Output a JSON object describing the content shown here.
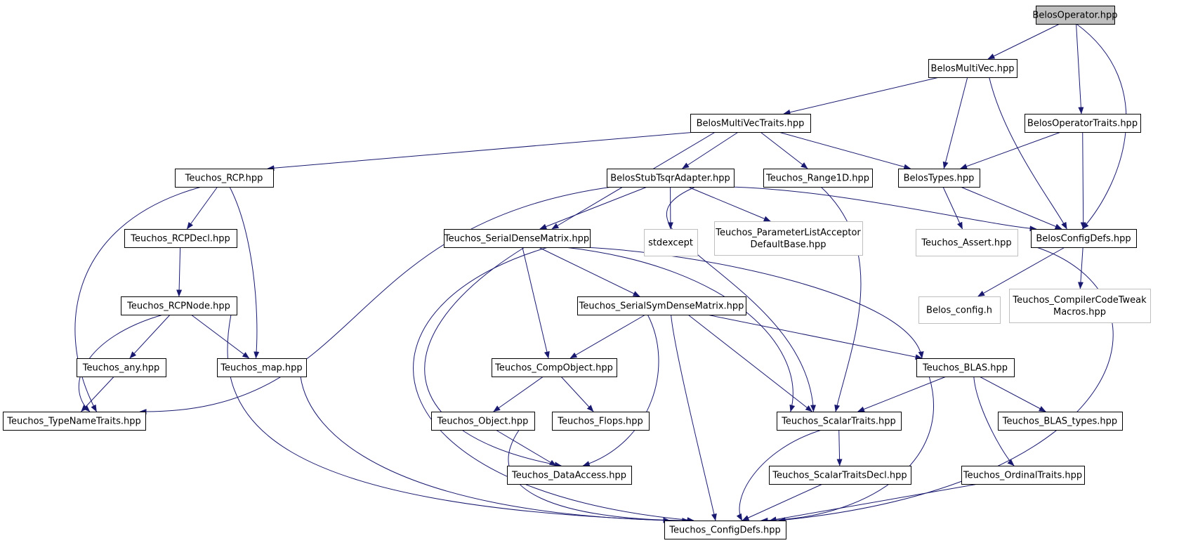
{
  "diagram": {
    "colors": {
      "edge": "#191970",
      "border": "#000000",
      "border_external": "#bfbfbf",
      "fill": "#ffffff",
      "fill_root": "#bfbfbf",
      "text": "#000000"
    },
    "nodes": [
      {
        "id": "BelosOperator",
        "lines": [
          "BelosOperator.hpp"
        ],
        "style": "root"
      },
      {
        "id": "BelosMultiVec",
        "lines": [
          "BelosMultiVec.hpp"
        ],
        "style": "normal"
      },
      {
        "id": "BelosOperatorTraits",
        "lines": [
          "BelosOperatorTraits.hpp"
        ],
        "style": "normal"
      },
      {
        "id": "BelosMultiVecTraits",
        "lines": [
          "BelosMultiVecTraits.hpp"
        ],
        "style": "normal"
      },
      {
        "id": "Teuchos_RCP",
        "lines": [
          "Teuchos_RCP.hpp"
        ],
        "style": "normal"
      },
      {
        "id": "BelosStubTsqrAdapter",
        "lines": [
          "BelosStubTsqrAdapter.hpp"
        ],
        "style": "normal"
      },
      {
        "id": "Teuchos_Range1D",
        "lines": [
          "Teuchos_Range1D.hpp"
        ],
        "style": "normal"
      },
      {
        "id": "BelosTypes",
        "lines": [
          "BelosTypes.hpp"
        ],
        "style": "normal"
      },
      {
        "id": "Teuchos_RCPDecl",
        "lines": [
          "Teuchos_RCPDecl.hpp"
        ],
        "style": "normal"
      },
      {
        "id": "Teuchos_SerialDenseMatrix",
        "lines": [
          "Teuchos_SerialDenseMatrix.hpp"
        ],
        "style": "normal"
      },
      {
        "id": "stdexcept",
        "lines": [
          "stdexcept"
        ],
        "style": "external"
      },
      {
        "id": "Teuchos_ParameterListAcceptorDefaultBase",
        "lines": [
          "Teuchos_ParameterListAcceptor",
          "DefaultBase.hpp"
        ],
        "style": "external"
      },
      {
        "id": "Teuchos_Assert",
        "lines": [
          "Teuchos_Assert.hpp"
        ],
        "style": "external"
      },
      {
        "id": "BelosConfigDefs",
        "lines": [
          "BelosConfigDefs.hpp"
        ],
        "style": "normal"
      },
      {
        "id": "Teuchos_RCPNode",
        "lines": [
          "Teuchos_RCPNode.hpp"
        ],
        "style": "normal"
      },
      {
        "id": "Teuchos_SerialSymDenseMatrix",
        "lines": [
          "Teuchos_SerialSymDenseMatrix.hpp"
        ],
        "style": "normal"
      },
      {
        "id": "Belos_config",
        "lines": [
          "Belos_config.h"
        ],
        "style": "external"
      },
      {
        "id": "Teuchos_CompilerCodeTweakMacros",
        "lines": [
          "Teuchos_CompilerCodeTweak",
          "Macros.hpp"
        ],
        "style": "external"
      },
      {
        "id": "Teuchos_any",
        "lines": [
          "Teuchos_any.hpp"
        ],
        "style": "normal"
      },
      {
        "id": "Teuchos_map",
        "lines": [
          "Teuchos_map.hpp"
        ],
        "style": "normal"
      },
      {
        "id": "Teuchos_CompObject",
        "lines": [
          "Teuchos_CompObject.hpp"
        ],
        "style": "normal"
      },
      {
        "id": "Teuchos_BLAS",
        "lines": [
          "Teuchos_BLAS.hpp"
        ],
        "style": "normal"
      },
      {
        "id": "Teuchos_TypeNameTraits",
        "lines": [
          "Teuchos_TypeNameTraits.hpp"
        ],
        "style": "normal"
      },
      {
        "id": "Teuchos_Object",
        "lines": [
          "Teuchos_Object.hpp"
        ],
        "style": "normal"
      },
      {
        "id": "Teuchos_Flops",
        "lines": [
          "Teuchos_Flops.hpp"
        ],
        "style": "normal"
      },
      {
        "id": "Teuchos_ScalarTraits",
        "lines": [
          "Teuchos_ScalarTraits.hpp"
        ],
        "style": "normal"
      },
      {
        "id": "Teuchos_BLAS_types",
        "lines": [
          "Teuchos_BLAS_types.hpp"
        ],
        "style": "normal"
      },
      {
        "id": "Teuchos_DataAccess",
        "lines": [
          "Teuchos_DataAccess.hpp"
        ],
        "style": "normal"
      },
      {
        "id": "Teuchos_ScalarTraitsDecl",
        "lines": [
          "Teuchos_ScalarTraitsDecl.hpp"
        ],
        "style": "normal"
      },
      {
        "id": "Teuchos_OrdinalTraits",
        "lines": [
          "Teuchos_OrdinalTraits.hpp"
        ],
        "style": "normal"
      },
      {
        "id": "Teuchos_ConfigDefs",
        "lines": [
          "Teuchos_ConfigDefs.hpp"
        ],
        "style": "normal"
      }
    ],
    "edges": [
      [
        "BelosOperator",
        "BelosMultiVec"
      ],
      [
        "BelosOperator",
        "BelosOperatorTraits"
      ],
      [
        "BelosOperator",
        "BelosConfigDefs"
      ],
      [
        "BelosMultiVec",
        "BelosMultiVecTraits"
      ],
      [
        "BelosMultiVec",
        "BelosTypes"
      ],
      [
        "BelosMultiVec",
        "BelosConfigDefs"
      ],
      [
        "BelosOperatorTraits",
        "BelosTypes"
      ],
      [
        "BelosOperatorTraits",
        "BelosConfigDefs"
      ],
      [
        "BelosMultiVecTraits",
        "Teuchos_RCP"
      ],
      [
        "BelosMultiVecTraits",
        "BelosStubTsqrAdapter"
      ],
      [
        "BelosMultiVecTraits",
        "Teuchos_Range1D"
      ],
      [
        "BelosMultiVecTraits",
        "BelosTypes"
      ],
      [
        "BelosMultiVecTraits",
        "Teuchos_SerialDenseMatrix"
      ],
      [
        "BelosStubTsqrAdapter",
        "Teuchos_SerialDenseMatrix"
      ],
      [
        "BelosStubTsqrAdapter",
        "stdexcept"
      ],
      [
        "BelosStubTsqrAdapter",
        "Teuchos_ParameterListAcceptorDefaultBase"
      ],
      [
        "BelosStubTsqrAdapter",
        "BelosConfigDefs"
      ],
      [
        "BelosStubTsqrAdapter",
        "Teuchos_TypeNameTraits"
      ],
      [
        "BelosStubTsqrAdapter",
        "Teuchos_ScalarTraits"
      ],
      [
        "BelosTypes",
        "Teuchos_Assert"
      ],
      [
        "BelosTypes",
        "BelosConfigDefs"
      ],
      [
        "Teuchos_Range1D",
        "Teuchos_ScalarTraits"
      ],
      [
        "Teuchos_RCP",
        "Teuchos_RCPDecl"
      ],
      [
        "Teuchos_RCP",
        "Teuchos_map"
      ],
      [
        "Teuchos_RCP",
        "Teuchos_TypeNameTraits"
      ],
      [
        "Teuchos_RCPDecl",
        "Teuchos_RCPNode"
      ],
      [
        "Teuchos_RCPNode",
        "Teuchos_any"
      ],
      [
        "Teuchos_RCPNode",
        "Teuchos_map"
      ],
      [
        "Teuchos_RCPNode",
        "Teuchos_TypeNameTraits"
      ],
      [
        "Teuchos_RCPNode",
        "Teuchos_ConfigDefs"
      ],
      [
        "Teuchos_any",
        "Teuchos_TypeNameTraits"
      ],
      [
        "Teuchos_map",
        "Teuchos_ConfigDefs"
      ],
      [
        "BelosConfigDefs",
        "Belos_config"
      ],
      [
        "BelosConfigDefs",
        "Teuchos_CompilerCodeTweakMacros"
      ],
      [
        "BelosConfigDefs",
        "Teuchos_ConfigDefs"
      ],
      [
        "Teuchos_SerialDenseMatrix",
        "Teuchos_SerialSymDenseMatrix"
      ],
      [
        "Teuchos_SerialDenseMatrix",
        "Teuchos_CompObject"
      ],
      [
        "Teuchos_SerialDenseMatrix",
        "Teuchos_BLAS"
      ],
      [
        "Teuchos_SerialDenseMatrix",
        "Teuchos_ScalarTraits"
      ],
      [
        "Teuchos_SerialDenseMatrix",
        "Teuchos_DataAccess"
      ],
      [
        "Teuchos_SerialDenseMatrix",
        "Teuchos_ConfigDefs"
      ],
      [
        "Teuchos_SerialSymDenseMatrix",
        "Teuchos_CompObject"
      ],
      [
        "Teuchos_SerialSymDenseMatrix",
        "Teuchos_BLAS"
      ],
      [
        "Teuchos_SerialSymDenseMatrix",
        "Teuchos_ScalarTraits"
      ],
      [
        "Teuchos_SerialSymDenseMatrix",
        "Teuchos_DataAccess"
      ],
      [
        "Teuchos_SerialSymDenseMatrix",
        "Teuchos_ConfigDefs"
      ],
      [
        "Teuchos_CompObject",
        "Teuchos_Object"
      ],
      [
        "Teuchos_CompObject",
        "Teuchos_Flops"
      ],
      [
        "Teuchos_Object",
        "Teuchos_DataAccess"
      ],
      [
        "Teuchos_Object",
        "Teuchos_ConfigDefs"
      ],
      [
        "Teuchos_BLAS",
        "Teuchos_ScalarTraits"
      ],
      [
        "Teuchos_BLAS",
        "Teuchos_BLAS_types"
      ],
      [
        "Teuchos_BLAS",
        "Teuchos_OrdinalTraits"
      ],
      [
        "Teuchos_BLAS",
        "Teuchos_ConfigDefs"
      ],
      [
        "Teuchos_ScalarTraits",
        "Teuchos_ScalarTraitsDecl"
      ],
      [
        "Teuchos_ScalarTraits",
        "Teuchos_ConfigDefs"
      ],
      [
        "Teuchos_ScalarTraitsDecl",
        "Teuchos_ConfigDefs"
      ],
      [
        "Teuchos_OrdinalTraits",
        "Teuchos_ConfigDefs"
      ]
    ]
  }
}
